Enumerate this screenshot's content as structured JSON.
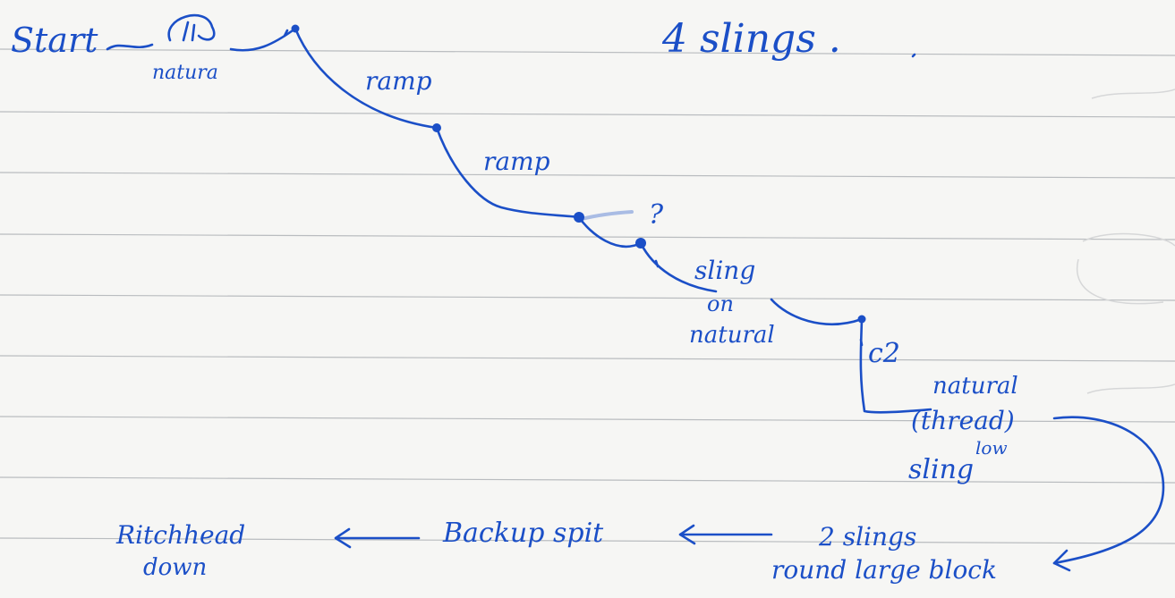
{
  "notes": {
    "top_right": "4 slings .",
    "start": "Start",
    "start_sub": "natura",
    "ramp_1": "ramp",
    "ramp_2": "ramp",
    "question": "?",
    "sling_on": "sling",
    "on": "on",
    "natural_1": "natural",
    "c2": "c2",
    "natural_2": "natural",
    "thread": "(thread)",
    "low": "low",
    "sling": "sling",
    "bottom_1a": "Ritchhead",
    "bottom_1b": "down",
    "bottom_2": "Backup spit",
    "bottom_3a": "2 slings",
    "bottom_3b": "round large block"
  },
  "colors": {
    "ink": "#1b4fc7",
    "ruled_line": "#b9bcbf",
    "paper": "#f6f6f4"
  }
}
